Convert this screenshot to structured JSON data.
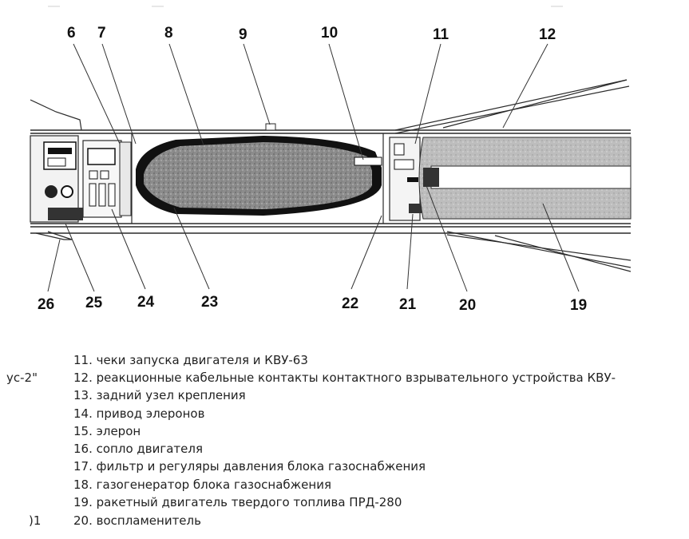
{
  "diagram": {
    "callouts": [
      "6",
      "7",
      "8",
      "9",
      "10",
      "11",
      "12",
      "26",
      "25",
      "24",
      "23",
      "22",
      "21",
      "20",
      "19"
    ],
    "colors": {
      "line": "#2a2a2a",
      "fill_dark": "#111111",
      "fill_gray": "#9a9a9a",
      "fill_light": "#cfcfcf"
    }
  },
  "legend": {
    "items": [
      "11. чеки запуска двигателя и КВУ-63",
      "12. реакционные кабельные контакты контактного взрывательного устройства КВУ-",
      "13. задний узел крепления",
      "14. привод элеронов",
      "15. элерон",
      "16. сопло двигателя",
      "17. фильтр и регуляры давления блока газоснабжения",
      "18. газогенератор блока газоснабжения",
      "19. ракетный двигатель твердого топлива ПРД-280",
      "20. воспламенитель"
    ],
    "left_fragments": [
      "ус-2\"",
      ")1"
    ]
  }
}
